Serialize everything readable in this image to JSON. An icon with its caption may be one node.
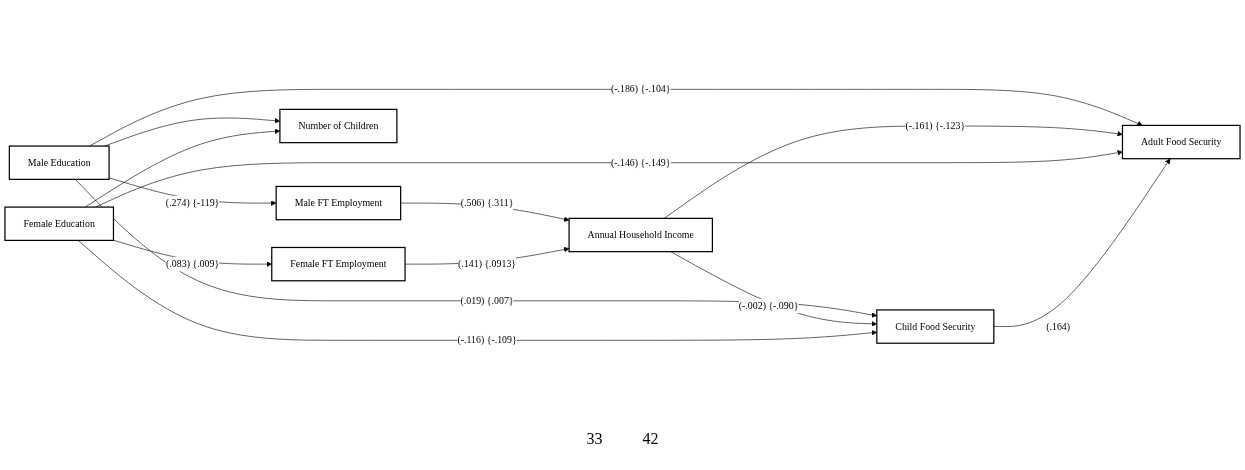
{
  "diagram": {
    "nodes": [
      {
        "text": [
          "Male Education"
        ]
      },
      {
        "text": [
          "Male FT Employment"
        ]
      },
      {
        "text": [
          "Number of Children"
        ]
      },
      {
        "text": [
          "Annual Household Income"
        ]
      },
      {
        "text": [
          "Female Education"
        ]
      },
      {
        "text": [
          "Female FT Employment"
        ]
      },
      {
        "text": [
          "Adult Food Security"
        ]
      },
      {
        "text": [
          "Child Food Security"
        ]
      }
    ],
    "edges": [
      {
        "from": 0,
        "to": 1,
        "arrow": "to",
        "label": "(.274) {-119}"
      },
      {
        "from": 0,
        "to": 2,
        "arrow": "to"
      },
      {
        "from": 4,
        "to": 2,
        "arrow": "to"
      },
      {
        "from": 4,
        "to": 5,
        "arrow": "to",
        "label": "(.083) {.009}"
      },
      {
        "from": 1,
        "to": 3,
        "arrow": "to",
        "label": "(.506) {.311}"
      },
      {
        "from": 5,
        "to": 3,
        "arrow": "to",
        "label": "(.141) {.0913}"
      },
      {
        "from": 0,
        "to": 7,
        "arrow": "to",
        "label": "(.019) {.007}"
      },
      {
        "from": 0,
        "to": 6,
        "arrow": "to",
        "label": "(-.186) {-.104}"
      },
      {
        "from": 3,
        "to": 6,
        "arrow": "to",
        "label": "(-.161) {-.123}"
      },
      {
        "from": 3,
        "to": 7,
        "arrow": "to",
        "label": "(-.002) {-.090}"
      },
      {
        "from": 4,
        "to": 6,
        "arrow": "to",
        "label": "(-.146) {-.149}"
      },
      {
        "from": 4,
        "to": 7,
        "arrow": "to",
        "label": "(-.116) {-.109}"
      },
      {
        "from": 7,
        "to": 6,
        "arrow": "to",
        "label": "(.164)"
      }
    ],
    "labels": [
      "33",
      "42"
    ]
  }
}
